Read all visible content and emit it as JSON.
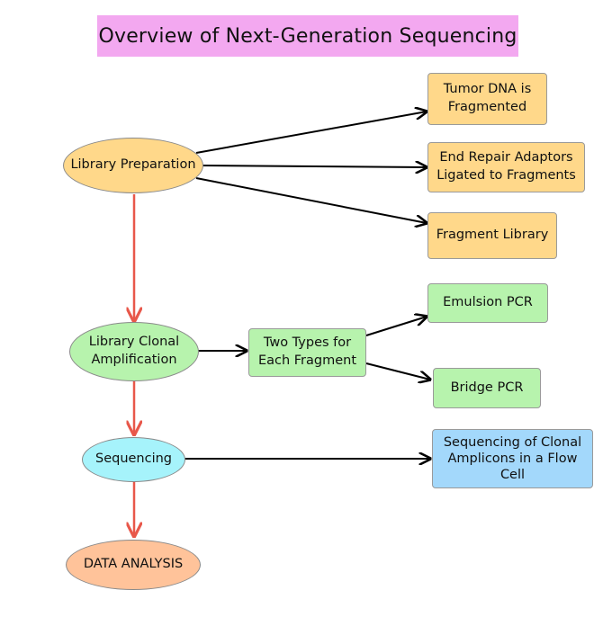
{
  "title": "Overview of Next-Generation Sequencing",
  "nodes": {
    "library_preparation": "Library Preparation",
    "library_clonal_amplification": "Library Clonal\nAmplification",
    "sequencing": "Sequencing",
    "data_analysis": "DATA ANALYSIS",
    "tumor_dna_fragmented": "Tumor DNA is\nFragmented",
    "end_repair_adaptors": "End Repair Adaptors\nLigated to Fragments",
    "fragment_library": "Fragment Library",
    "two_types": "Two Types for\nEach Fragment",
    "emulsion_pcr": "Emulsion PCR",
    "bridge_pcr": "Bridge PCR",
    "sequencing_clonal_amplicons": "Sequencing of Clonal\nAmplicons in a Flow\nCell"
  },
  "colors": {
    "title_bg": "#f3a8f0",
    "yellow": "#ffd88a",
    "green": "#b7f3ad",
    "cyan": "#a6f3fb",
    "blue": "#a3d8fb",
    "salmon": "#ffc39a",
    "main_flow_arrow": "#e8574a",
    "branch_arrow": "#000000"
  }
}
